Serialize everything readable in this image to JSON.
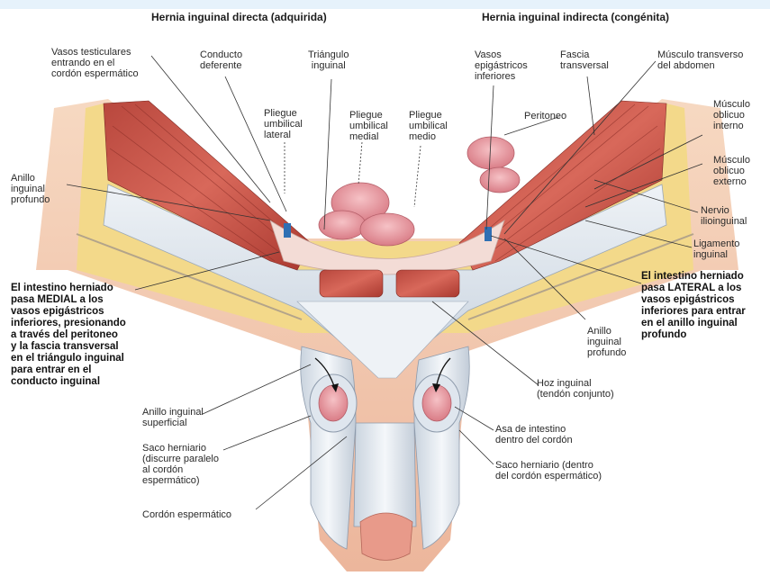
{
  "headers": {
    "left": "Hernia inguinal directa (adquirida)",
    "right": "Hernia inguinal indirecta (congénita)"
  },
  "labels": {
    "vasos_testiculares": "Vasos testiculares\nentrando en el\ncordón espermático",
    "conducto_deferente": "Conducto\ndeferente",
    "triangulo_inguinal": "Triángulo\ninguinal",
    "pliegue_lateral": "Pliegue\numbilical\nlateral",
    "pliegue_medial": "Pliegue\numbilical\nmedial",
    "pliegue_medio": "Pliegue\numbilical\nmedio",
    "vasos_epigastricos": "Vasos\nepigástricos\ninferiores",
    "fascia_transversal": "Fascia\ntransversal",
    "musculo_transverso": "Músculo transverso\ndel abdomen",
    "peritoneo": "Peritoneo",
    "musculo_oblicuo_interno": "Músculo\noblicuo\ninterno",
    "musculo_oblicuo_externo": "Músculo\noblicuo\nexterno",
    "nervio_ilioinguinal": "Nervio\nilioinguinal",
    "ligamento_inguinal": "Ligamento\ninguinal",
    "anillo_profundo_izq": "Anillo\ninguinal\nprofundo",
    "anillo_profundo_der": "Anillo\ninguinal\nprofundo",
    "anillo_superficial": "Anillo inguinal\nsuperficial",
    "saco_herniario_izq": "Saco herniario\n(discurre paralelo\nal cordón\nespermático)",
    "cordon_espermatico": "Cordón espermático",
    "hoz_inguinal": "Hoz inguinal\n(tendón conjunto)",
    "asa_intestino": "Asa de intestino\ndentro del cordón",
    "saco_herniario_der": "Saco herniario (dentro\ndel cordón espermático)"
  },
  "notes": {
    "medial": "El intestino herniado\npasa MEDIAL a los\nvasos epigástricos\ninferiores, presionando\na través del peritoneo\ny la fascia transversal\nen el triángulo inguinal\npara entrar en el\nconducto inguinal",
    "lateral": "El intestino herniado\npasa LATERAL a los\nvasos epigástricos\ninferiores para entrar\nen el anillo inguinal\nprofundo"
  },
  "colors": {
    "muscle": "#c8554a",
    "muscle_light": "#e48a7a",
    "fascia": "#dfe6ee",
    "fat": "#f3d98a",
    "skin": "#f2c6a8",
    "intestine": "#eb9fa6",
    "vessel_blue": "#2f6fb3",
    "text": "#2a2a2a"
  }
}
